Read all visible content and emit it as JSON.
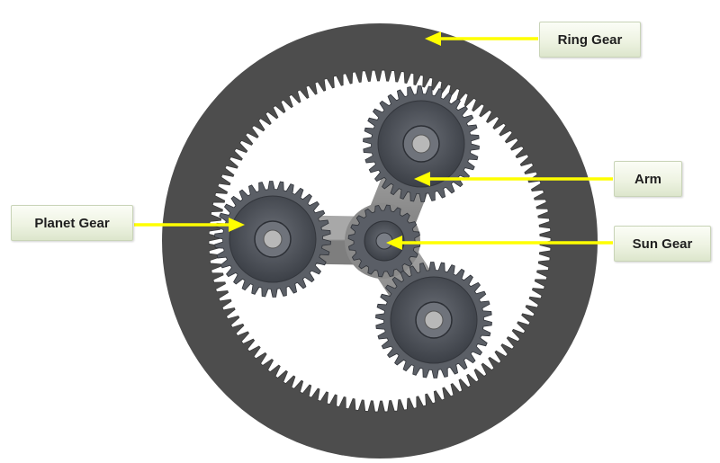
{
  "labels": {
    "ring_gear": "Ring Gear",
    "arm": "Arm",
    "sun_gear": "Sun Gear",
    "planet_gear": "Planet Gear"
  },
  "colors": {
    "ring": "#4d4d4d",
    "planet_body": "#5b5f66",
    "planet_hub": "#4a4e57",
    "arm": "#8f8f8f",
    "sun": "#5a5e66",
    "arrow": "#ffff00",
    "background": "#ffffff"
  }
}
